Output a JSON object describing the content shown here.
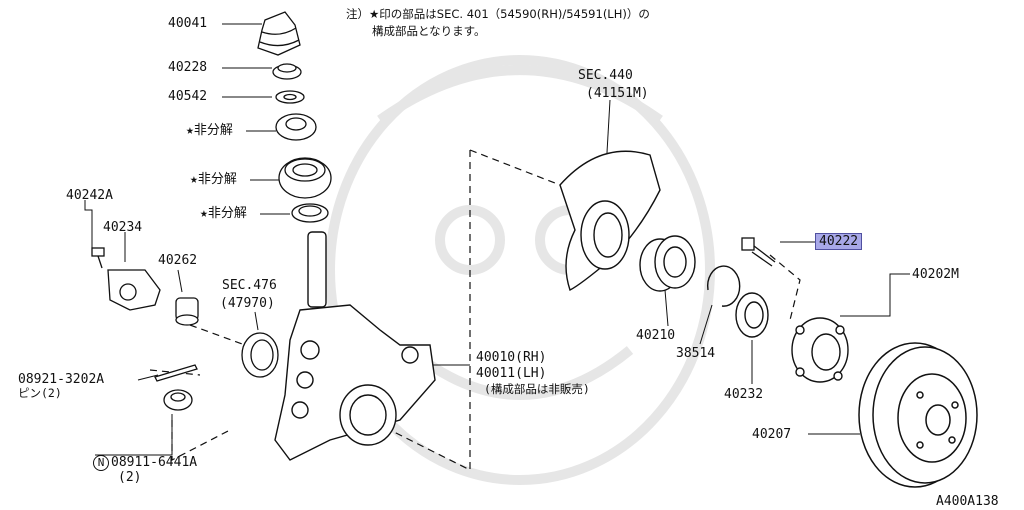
{
  "note": {
    "line1": "注）★印の部品はSEC. 401（54590(RH)/54591(LH)）の",
    "line2": "構成部品となります。"
  },
  "colors": {
    "highlight": "#a8a8e8",
    "line": "#111111",
    "watermark": "#e4e4e4"
  },
  "labels": {
    "p40041": "40041",
    "p40228": "40228",
    "p40542": "40542",
    "star1": "★非分解",
    "star2": "★非分解",
    "star3": "★非分解",
    "p40242a": "40242A",
    "p40234": "40234",
    "p40262": "40262",
    "sec476": "SEC.476",
    "sec476sub": "(47970)",
    "p08921": "08921-3202A",
    "pin": "ピン(2)",
    "n_mark": "N",
    "p08911": "08911-6441A",
    "qty2": "(2)",
    "sec440": "SEC.440",
    "sec440sub": "(41151M)",
    "p40010": "40010(RH)",
    "p40011": "40011(LH)",
    "knuckle_note": "(構成部品は非販売)",
    "p40210": "40210",
    "p38514": "38514",
    "p40232": "40232",
    "p40222": "40222",
    "p40202m": "40202M",
    "p40207": "40207",
    "figure_code": "A400A138"
  }
}
